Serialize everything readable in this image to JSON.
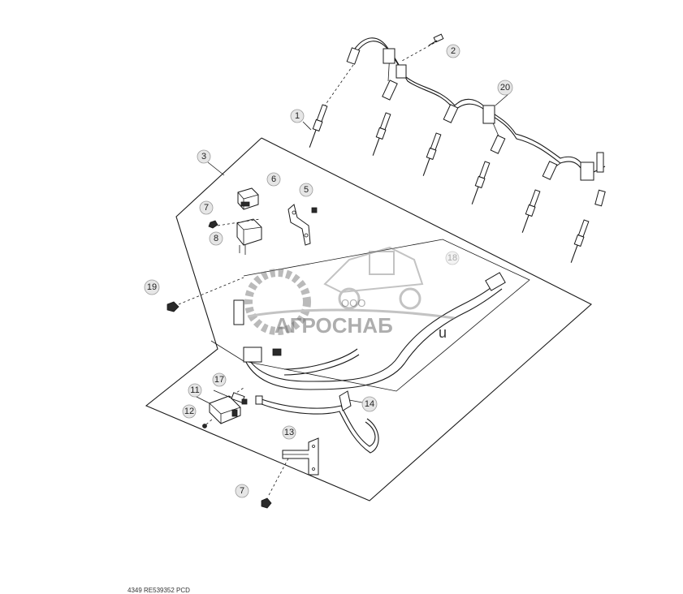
{
  "callouts": {
    "c1": "1",
    "c2": "2",
    "c3": "3",
    "c5": "5",
    "c6": "6",
    "c7a": "7",
    "c7b": "7",
    "c8": "8",
    "c11": "11",
    "c12": "12",
    "c13": "13",
    "c14": "14",
    "c17": "17",
    "c18": "18",
    "c19": "19",
    "c20": "20"
  },
  "watermark": {
    "company_type": "ООО",
    "company_name": "АГРОСНАБ",
    "suffix": "u"
  },
  "footer": {
    "reference": "4349  RE539352  PCD"
  },
  "colors": {
    "line": "#1a1a1a",
    "callout_fill": "#e6e6e6",
    "watermark": "#6d6d6d"
  }
}
